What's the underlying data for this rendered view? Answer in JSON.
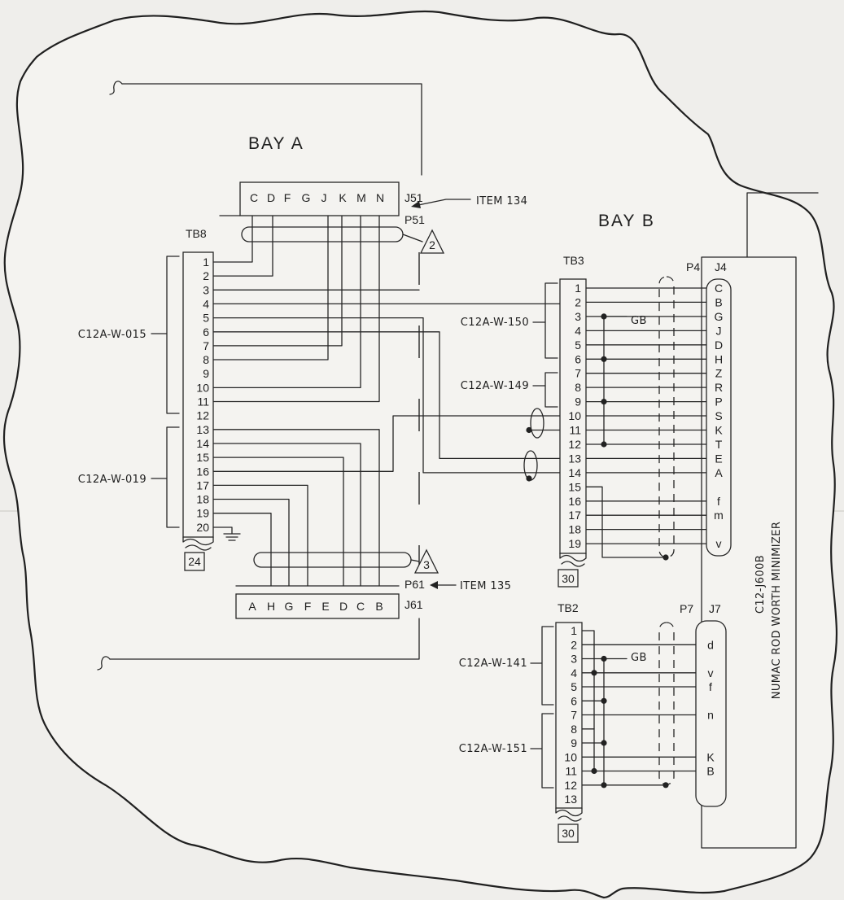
{
  "bay_a": {
    "label": "BAY A"
  },
  "bay_b": {
    "label": "BAY B"
  },
  "j51": {
    "jack": "J51",
    "plug": "P51",
    "pins": [
      "C",
      "D",
      "F",
      "G",
      "J",
      "K",
      "M",
      "N"
    ],
    "item": "ITEM 134",
    "note": "2"
  },
  "j61": {
    "jack": "J61",
    "plug": "P61",
    "pins": [
      "A",
      "H",
      "G",
      "F",
      "E",
      "D",
      "C",
      "B"
    ],
    "item": "ITEM 135",
    "note": "3"
  },
  "tb8": {
    "label": "TB8",
    "terminals": [
      "1",
      "2",
      "3",
      "4",
      "5",
      "6",
      "7",
      "8",
      "9",
      "10",
      "11",
      "12",
      "13",
      "14",
      "15",
      "16",
      "17",
      "18",
      "19",
      "20"
    ],
    "total": "24",
    "cable_a": "C12A-W-015",
    "cable_b": "C12A-W-019"
  },
  "tb3": {
    "label": "TB3",
    "terminals": [
      "1",
      "2",
      "3",
      "4",
      "5",
      "6",
      "7",
      "8",
      "9",
      "10",
      "11",
      "12",
      "13",
      "14",
      "15",
      "16",
      "17",
      "18",
      "19"
    ],
    "total": "30",
    "cable_a": "C12A-W-150",
    "cable_b": "C12A-W-149",
    "ground": "GB"
  },
  "j4": {
    "plug": "P4",
    "jack": "J4",
    "pins": [
      "C",
      "B",
      "G",
      "J",
      "D",
      "H",
      "Z",
      "R",
      "P",
      "S",
      "K",
      "T",
      "E",
      "A",
      "f",
      "m",
      "v"
    ]
  },
  "tb2": {
    "label": "TB2",
    "terminals": [
      "1",
      "2",
      "3",
      "4",
      "5",
      "6",
      "7",
      "8",
      "9",
      "10",
      "11",
      "12",
      "13"
    ],
    "total": "30",
    "cable_a": "C12A-W-141",
    "cable_b": "C12A-W-151",
    "ground": "GB"
  },
  "j7": {
    "plug": "P7",
    "jack": "J7",
    "pins": [
      "d",
      "v",
      "f",
      "n",
      "K",
      "B"
    ]
  },
  "module": {
    "id": "C12-J600B",
    "name": "NUMAC ROD WORTH MINIMIZER"
  }
}
